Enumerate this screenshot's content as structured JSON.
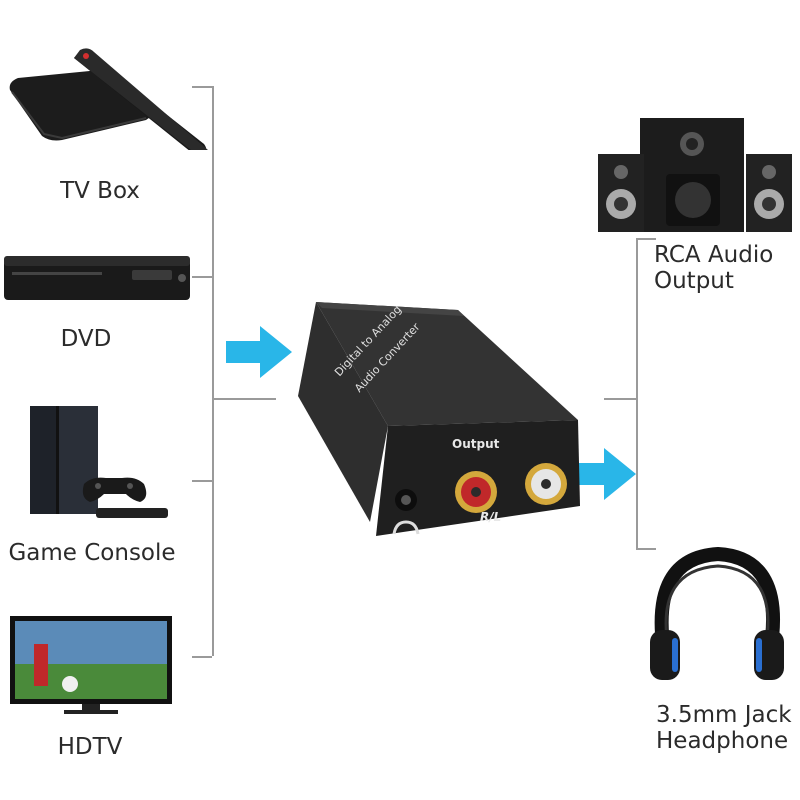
{
  "inputs": [
    {
      "label": "TV Box",
      "icon": "tv-box-icon"
    },
    {
      "label": "DVD",
      "icon": "dvd-player-icon"
    },
    {
      "label": "Game Console",
      "icon": "game-console-icon"
    },
    {
      "label": "HDTV",
      "icon": "hdtv-icon"
    }
  ],
  "converter": {
    "top_text_1": "Digital to Analog",
    "top_text_2": "Audio Converter",
    "output_label": "Output",
    "channel_label": "R/L"
  },
  "outputs": [
    {
      "line1": "RCA Audio",
      "line2": "Output",
      "icon": "speaker-system-icon"
    },
    {
      "line1": "3.5mm Jack",
      "line2": "Headphone",
      "icon": "headphone-icon"
    }
  ],
  "colors": {
    "arrow": "#29b6e8",
    "bracket": "#9a9a9a",
    "label": "#2b2b2b",
    "device": "#1c1c1c",
    "rca_red": "#c0282a",
    "rca_white": "#e6e6e6",
    "gold": "#d4a83c",
    "headphone_accent": "#2a6fd1"
  }
}
